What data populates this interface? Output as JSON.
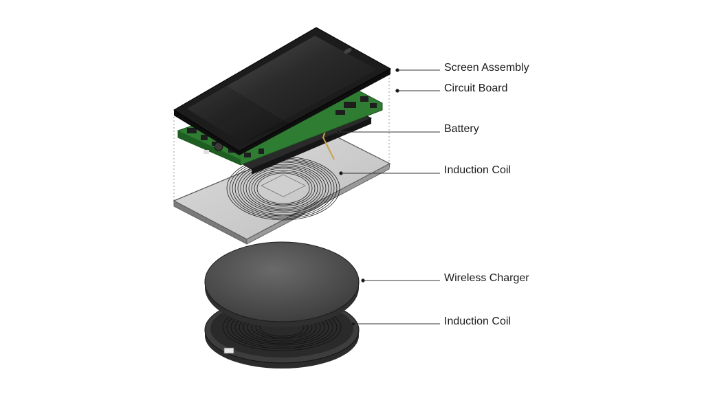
{
  "labels": {
    "screen_assembly": "Screen Assembly",
    "circuit_board": "Circuit Board",
    "battery": "Battery",
    "induction_coil_phone": "Induction Coil",
    "wireless_charger": "Wireless Charger",
    "induction_coil_charger": "Induction Coil"
  },
  "colors": {
    "background": "#ffffff",
    "screen_frame": "#1c1c1c",
    "screen_glass": "#3a3a3a",
    "circuit_board": "#2f7d32",
    "battery": "#2a2a2a",
    "back_plate": "#d0d0d0",
    "coil": "#1a1a1a",
    "charger": "#4a4a4a",
    "leader_line": "#333333"
  }
}
